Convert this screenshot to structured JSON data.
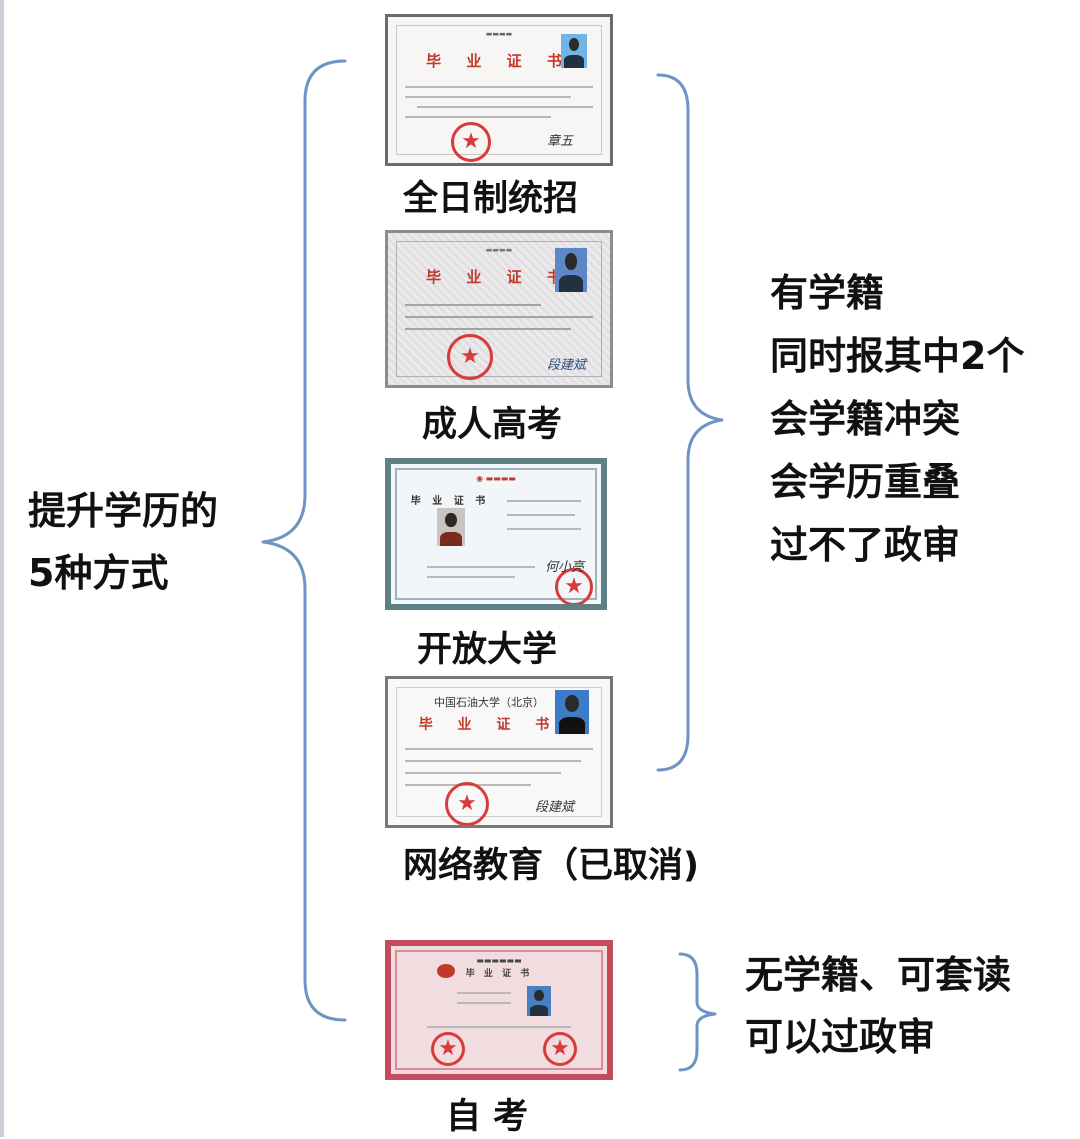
{
  "left_title": {
    "line1": "提升学历的",
    "line2": "5种方式"
  },
  "certificates": [
    {
      "caption": "全日制统招",
      "title": "毕 业 证 书"
    },
    {
      "caption": "成人高考",
      "title": "毕 业 证 书"
    },
    {
      "caption": "开放大学",
      "title": "毕 业 证 书"
    },
    {
      "caption": "网络教育（已取消)",
      "title": "毕 业 证 书",
      "school": "中国石油大学（北京）"
    },
    {
      "caption": "自 考",
      "title": "毕 业 证 书"
    }
  ],
  "group1_notes": [
    "有学籍",
    "同时报其中2个",
    "会学籍冲突",
    "会学历重叠",
    "过不了政审"
  ],
  "group2_notes": [
    "无学籍、可套读",
    "可以过政审"
  ],
  "colors": {
    "brace": "#6f93c4",
    "seal": "#d93a3a"
  }
}
